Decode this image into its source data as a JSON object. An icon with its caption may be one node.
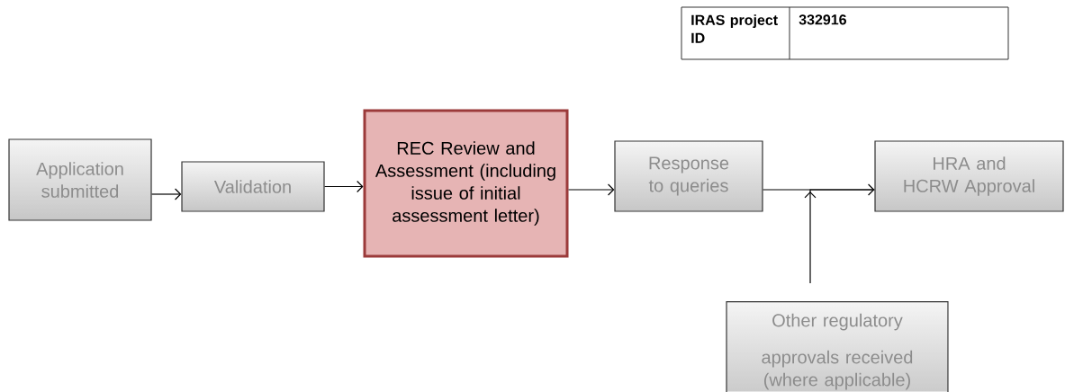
{
  "diagram": {
    "nodes": [
      {
        "text": [
          "Application submitted"
        ]
      },
      {
        "text": [
          "Validation"
        ]
      },
      {
        "text": [
          "REC Review and Assessment (including issue of initial assessment letter)"
        ]
      },
      {
        "text": [
          "Response to queries"
        ]
      },
      {
        "text": [
          "HRA and HCRW Approval"
        ]
      },
      {
        "text": [
          "Other regulatory approvals received (where applicable)"
        ]
      }
    ],
    "edges": [
      {
        "from": 0,
        "to": 1,
        "arrow": "to"
      },
      {
        "from": 1,
        "to": 2,
        "arrow": "to"
      },
      {
        "from": 2,
        "to": 3,
        "arrow": "to"
      },
      {
        "from": 3,
        "to": 4,
        "arrow": "to"
      },
      {
        "from": 5,
        "to": 4,
        "arrow": "to"
      }
    ],
    "labels": [
      "IRAS project ID",
      "332916"
    ]
  }
}
